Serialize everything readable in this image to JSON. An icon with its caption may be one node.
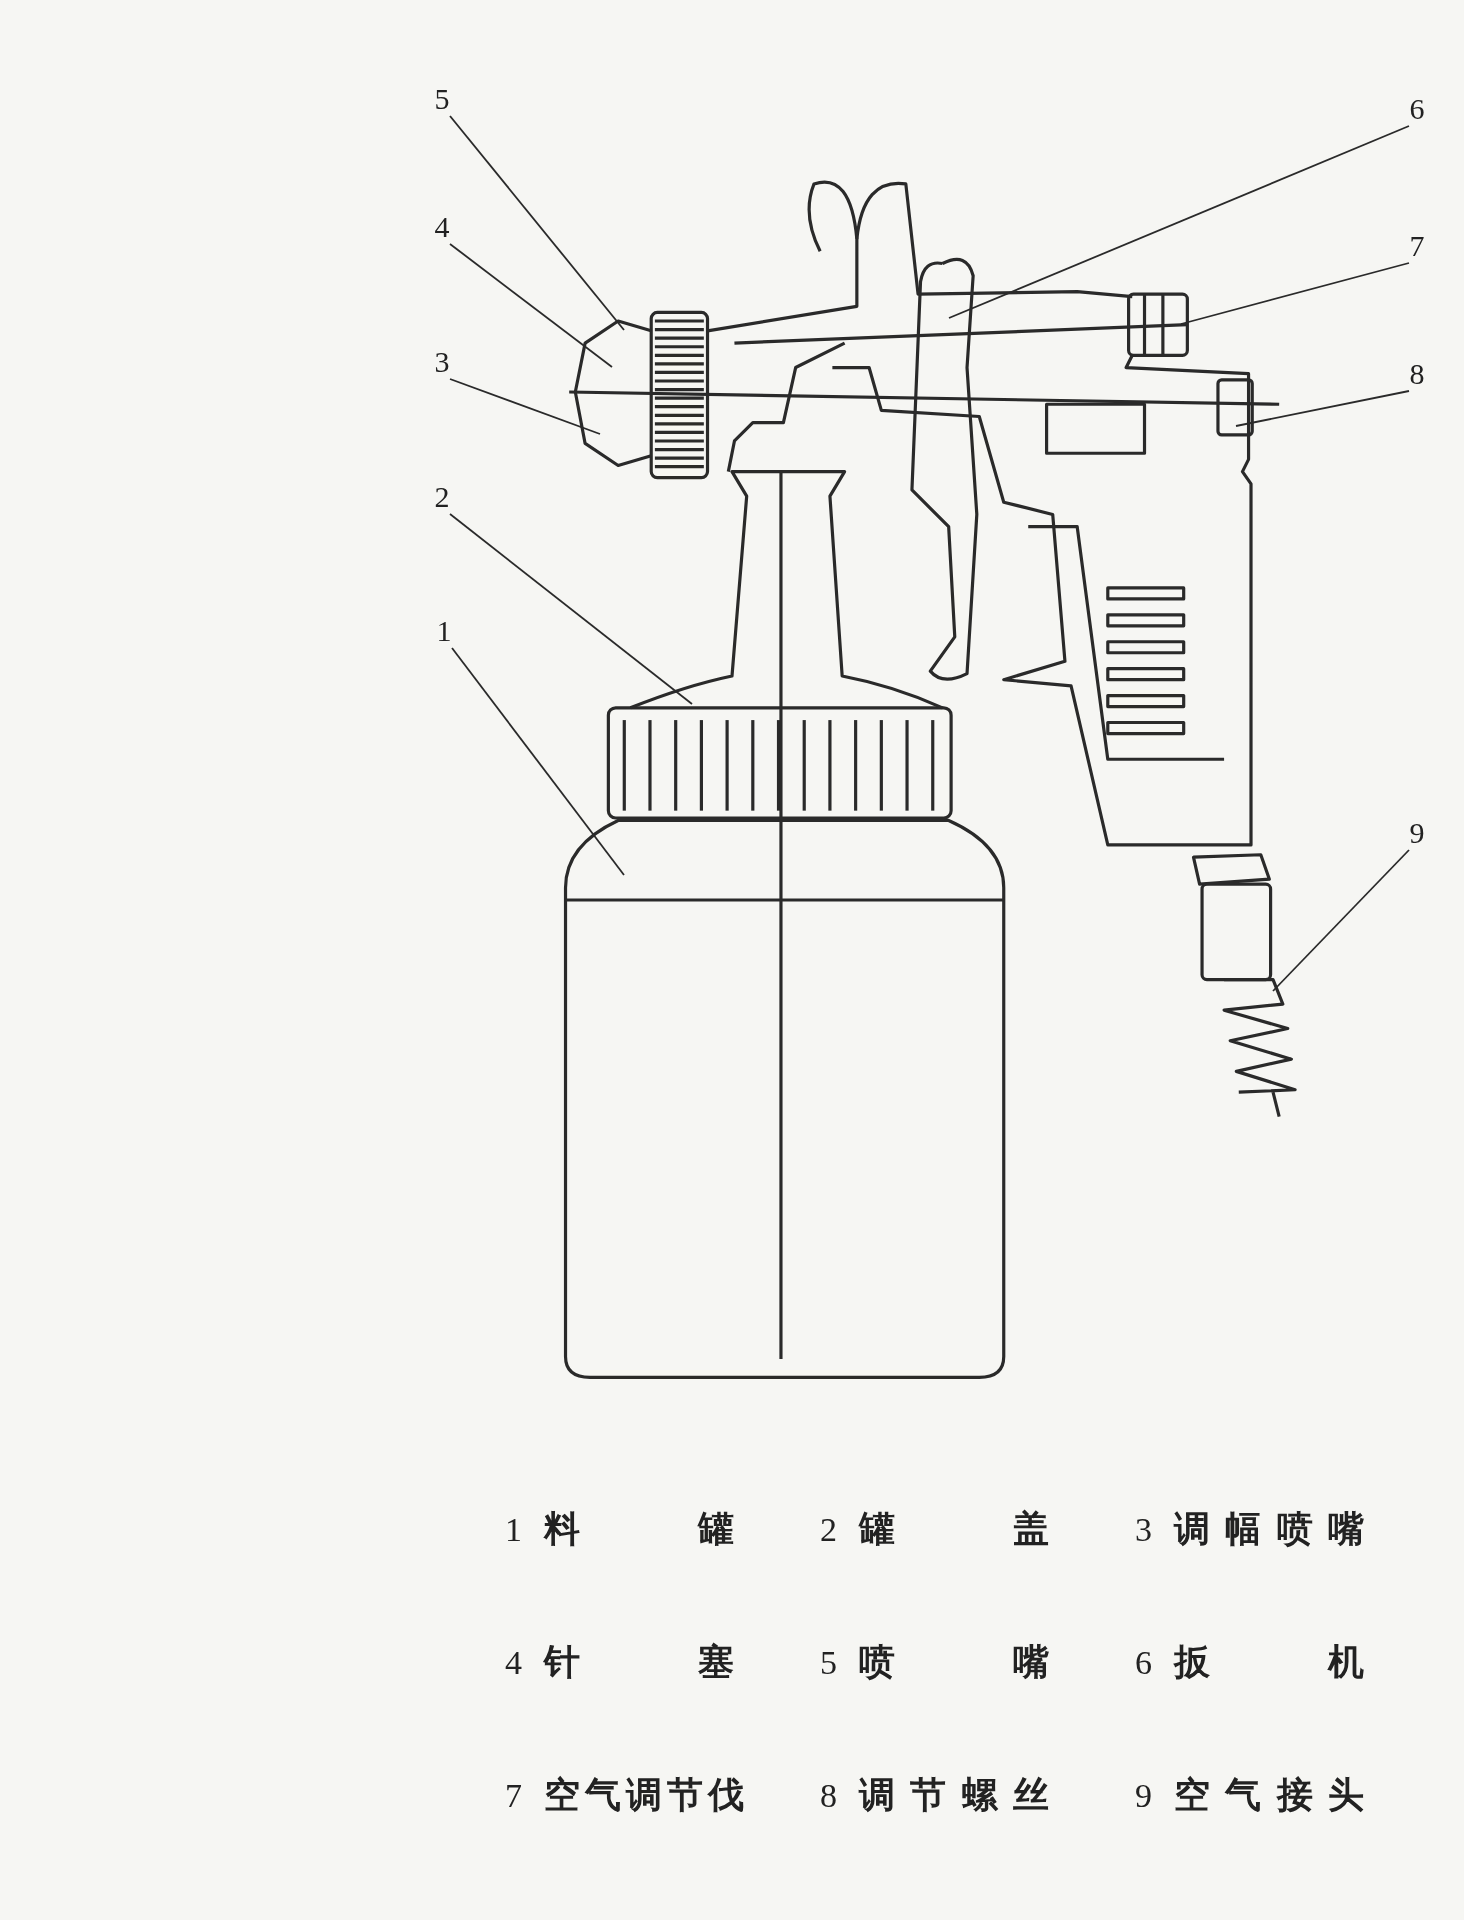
{
  "diagram": {
    "nodes": [
      {
        "text": [
          "1"
        ]
      },
      {
        "text": [
          "2"
        ]
      },
      {
        "text": [
          "3"
        ]
      },
      {
        "text": [
          "4"
        ]
      },
      {
        "text": [
          "5"
        ]
      },
      {
        "text": [
          "6"
        ]
      },
      {
        "text": [
          "7"
        ]
      },
      {
        "text": [
          "8"
        ]
      },
      {
        "text": [
          "9"
        ]
      }
    ],
    "edges": [
      {
        "from": 0,
        "to": null,
        "arrow": "none"
      },
      {
        "from": 1,
        "to": null,
        "arrow": "none"
      },
      {
        "from": 2,
        "to": null,
        "arrow": "none"
      },
      {
        "from": 3,
        "to": null,
        "arrow": "none"
      },
      {
        "from": 4,
        "to": null,
        "arrow": "none"
      },
      {
        "from": 5,
        "to": null,
        "arrow": "none"
      },
      {
        "from": 6,
        "to": null,
        "arrow": "none"
      },
      {
        "from": 7,
        "to": null,
        "arrow": "none"
      },
      {
        "from": 8,
        "to": null,
        "arrow": "none"
      }
    ],
    "labels": [
      "1",
      "料罐",
      "2",
      "罐盖",
      "3",
      "调幅喷嘴",
      "4",
      "针塞",
      "5",
      "喷嘴",
      "6",
      "扳机",
      "7",
      "空气调节伐",
      "8",
      "调节螺丝",
      "9",
      "空气接头"
    ]
  }
}
